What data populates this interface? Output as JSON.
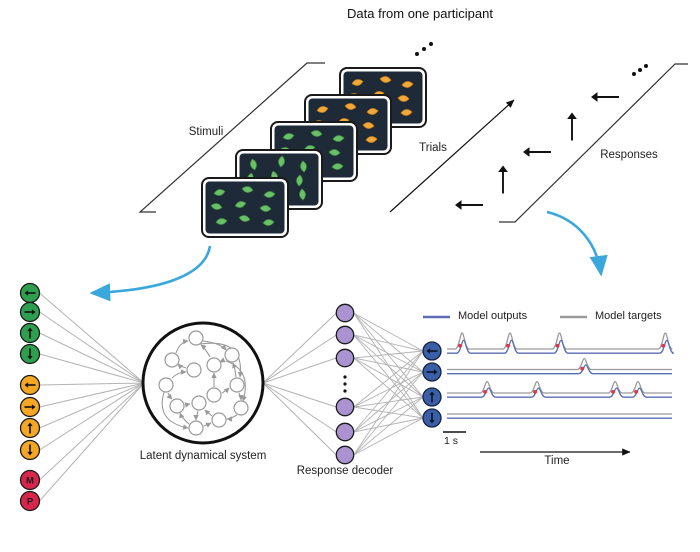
{
  "title": "Data from one participant",
  "sections": {
    "stimuli_label": "Stimuli",
    "trials_label": "Trials",
    "responses_label": "Responses",
    "latent_label": "Latent dynamical system",
    "decoder_label": "Response decoder"
  },
  "legend": {
    "outputs": "Model outputs",
    "targets": "Model targets"
  },
  "time_axis": {
    "scale_bar": "1 s",
    "label": "Time"
  },
  "stimulus_screens": [
    {
      "leaf_color": "orange",
      "orientation": "horizontal"
    },
    {
      "leaf_color": "orange",
      "orientation": "horizontal"
    },
    {
      "leaf_color": "green",
      "orientation": "horizontal"
    },
    {
      "leaf_color": "green",
      "orientation": "vertical"
    },
    {
      "leaf_color": "green",
      "orientation": "horizontal"
    }
  ],
  "response_arrow_sequence": [
    "left",
    "up",
    "left",
    "up",
    "left"
  ],
  "input_nodes": [
    {
      "group": "green",
      "glyph": "left"
    },
    {
      "group": "green",
      "glyph": "right"
    },
    {
      "group": "green",
      "glyph": "up"
    },
    {
      "group": "green",
      "glyph": "down"
    },
    {
      "group": "orange",
      "glyph": "left"
    },
    {
      "group": "orange",
      "glyph": "right"
    },
    {
      "group": "orange",
      "glyph": "up"
    },
    {
      "group": "orange",
      "glyph": "down"
    },
    {
      "group": "red",
      "glyph": "text",
      "label": "M"
    },
    {
      "group": "red",
      "glyph": "text",
      "label": "P"
    }
  ],
  "decoder": {
    "visible_nodes": 6,
    "ellipsis": true
  },
  "output_nodes": [
    "left",
    "right",
    "up",
    "down"
  ],
  "chart_data": {
    "type": "line",
    "legend": [
      "Model outputs",
      "Model targets"
    ],
    "legend_position": "top",
    "xlabel": "Time",
    "scale_bar": "1 s",
    "series": [
      {
        "channel": "left",
        "target_peak_positions_frac": [
          0.067,
          0.28,
          0.5,
          0.97
        ]
      },
      {
        "channel": "right",
        "target_peak_positions_frac": [
          0.61
        ]
      },
      {
        "channel": "up",
        "target_peak_positions_frac": [
          0.178,
          0.4,
          0.747,
          0.849
        ]
      },
      {
        "channel": "down",
        "target_peak_positions_frac": []
      }
    ]
  },
  "colors": {
    "accent_blue_arrow": "#3aa8dc",
    "screen_bg": "#1e2a38",
    "leaf_green": "#6abf69",
    "leaf_green_stroke": "#3f8f3f",
    "leaf_orange": "#f2a93b",
    "leaf_orange_stroke": "#c97f14",
    "node_green": "#2e9e4f",
    "node_orange": "#f5a623",
    "node_red": "#d7264a",
    "node_purple": "#ab92d1",
    "node_blue": "#3a5fa8",
    "trace_blue": "#5b6eb5",
    "trace_gray": "#9a9a9a",
    "dot_red": "#e03448",
    "connector_gray": "#b3b3b3",
    "line_black": "#1a1a1a"
  }
}
